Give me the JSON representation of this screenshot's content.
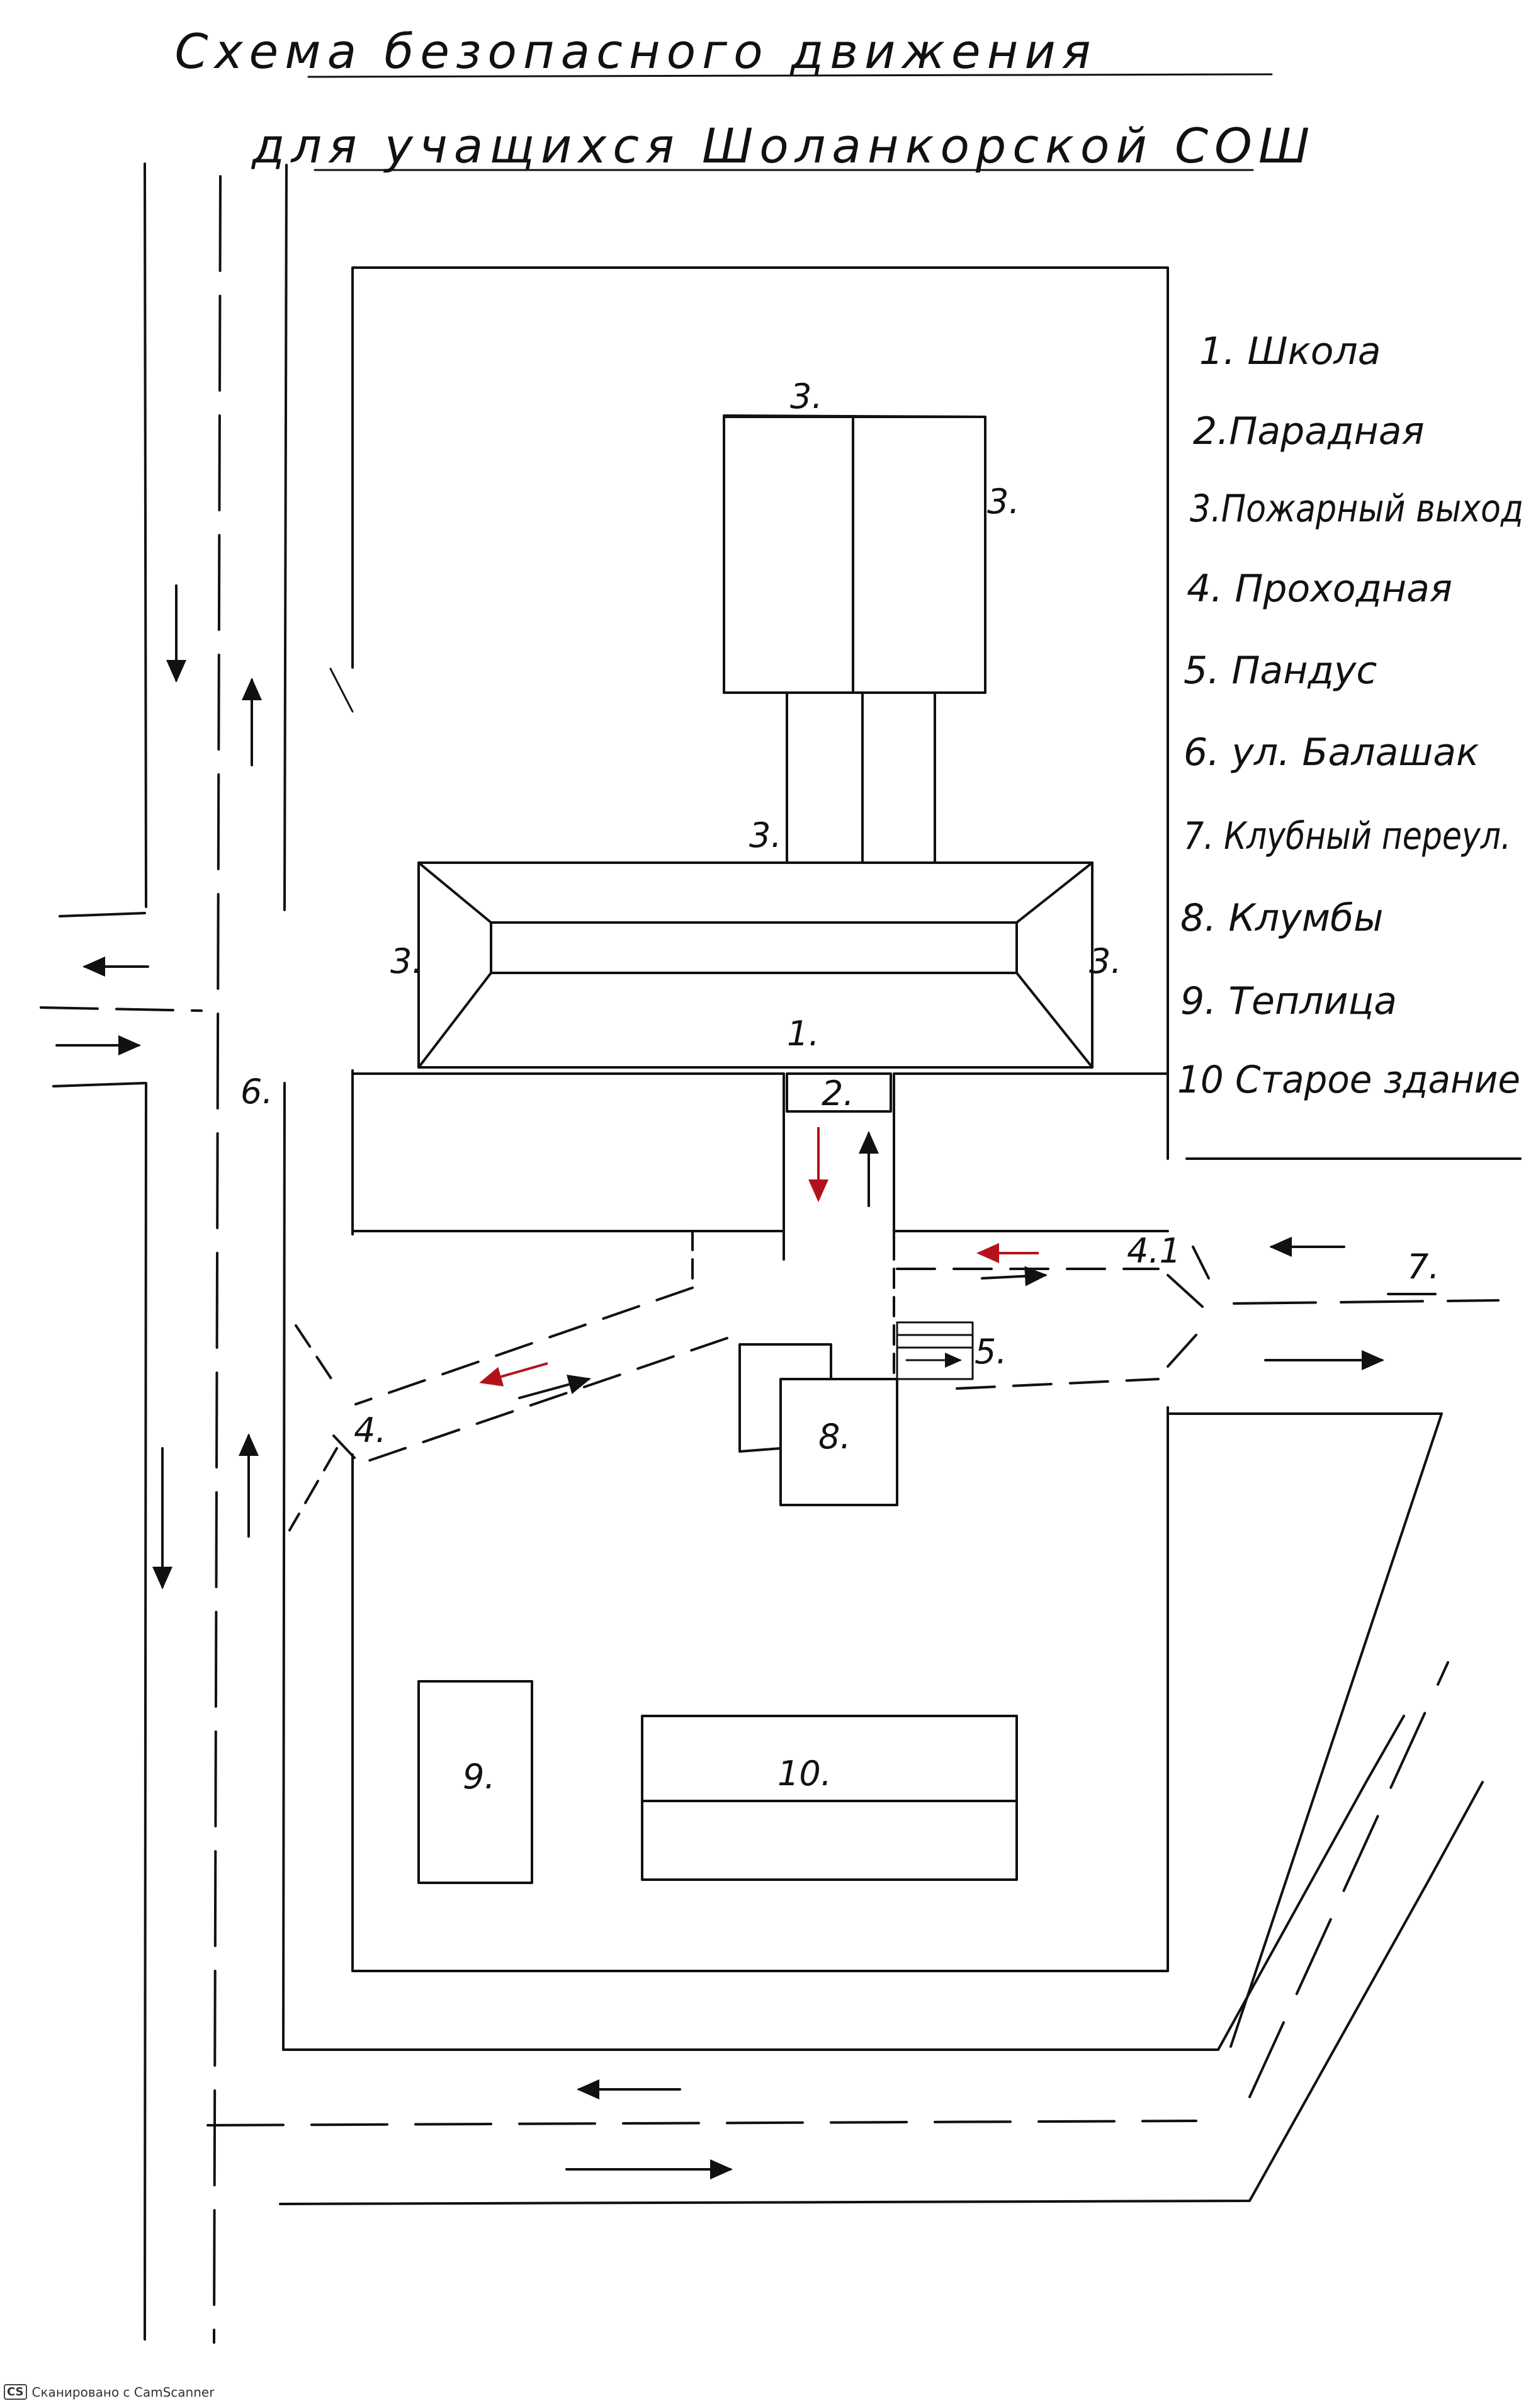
{
  "title": {
    "line1": "Схема безопасного движения",
    "line2": "для учащихся Шоланкорской СОШ"
  },
  "legend": [
    "1. Школа",
    "2.Парадная",
    "3.Пожарный выход",
    "4. Проходная",
    "5. Пандус",
    "6. ул. Балашак",
    "7. Клубный переул.",
    "8. Клумбы",
    "9. Теплица",
    "10 Старое здание"
  ],
  "map_labels": {
    "fire_exit": "3.",
    "school": "1.",
    "main_entrance": "2.",
    "checkpoint": "4.",
    "checkpoint_east": "4.1",
    "ramp": "5.",
    "street": "6.",
    "lane": "7.",
    "flowerbed": "8.",
    "greenhouse": "9.",
    "old_building": "10."
  },
  "colors": {
    "ink": "#111111",
    "red_arrow": "#b3121b",
    "paper": "#ffffff"
  },
  "footer": {
    "logo": "CS",
    "text": "Сканировано с CamScanner"
  }
}
